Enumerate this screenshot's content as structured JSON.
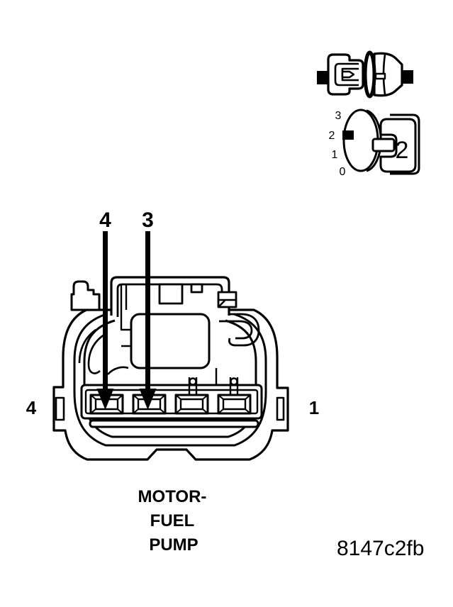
{
  "diagram": {
    "title_code": "8147c2fb",
    "component_label": {
      "line1": "MOTOR-",
      "line2": "FUEL",
      "line3": "PUMP"
    },
    "connector_face": {
      "pin_count": 4,
      "left_cavity_label": "4",
      "right_cavity_label": "1",
      "arrows": [
        {
          "label": "4"
        },
        {
          "label": "3"
        }
      ]
    },
    "keying_indicator": {
      "scale": [
        "3",
        "2",
        "1",
        "0"
      ],
      "selected_value": "2"
    },
    "colors": {
      "line": "#000000",
      "background": "#ffffff"
    }
  }
}
